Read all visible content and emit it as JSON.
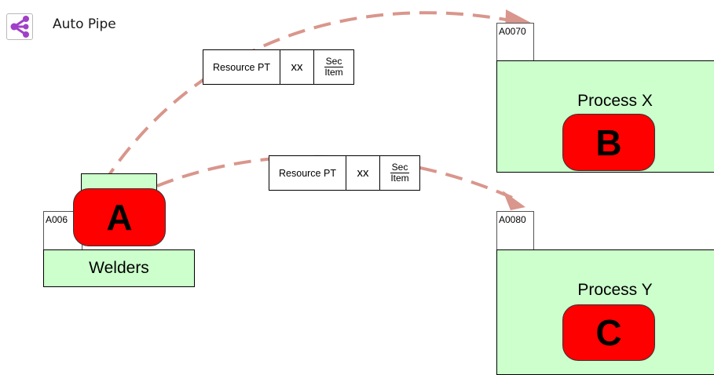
{
  "app": {
    "title": "Auto Pipe",
    "icon": "share-nodes-icon",
    "icon_color": "#a040c8"
  },
  "resources": [
    {
      "label": "Resource PT",
      "value": "xx",
      "unit_top": "Sec",
      "unit_bottom": "Item"
    },
    {
      "label": "Resource PT",
      "value": "xx",
      "unit_top": "Sec",
      "unit_bottom": "Item"
    }
  ],
  "processes": {
    "welders": {
      "tag": "A006",
      "name": "Welders",
      "marker": "A"
    },
    "x": {
      "tag": "A0070",
      "name": "Process X",
      "marker": "B"
    },
    "y": {
      "tag": "A0080",
      "name": "Process Y",
      "marker": "C"
    }
  },
  "colors": {
    "process_fill": "#ccffcc",
    "marker_fill": "#ff0000",
    "arrow": "#d9968c"
  }
}
